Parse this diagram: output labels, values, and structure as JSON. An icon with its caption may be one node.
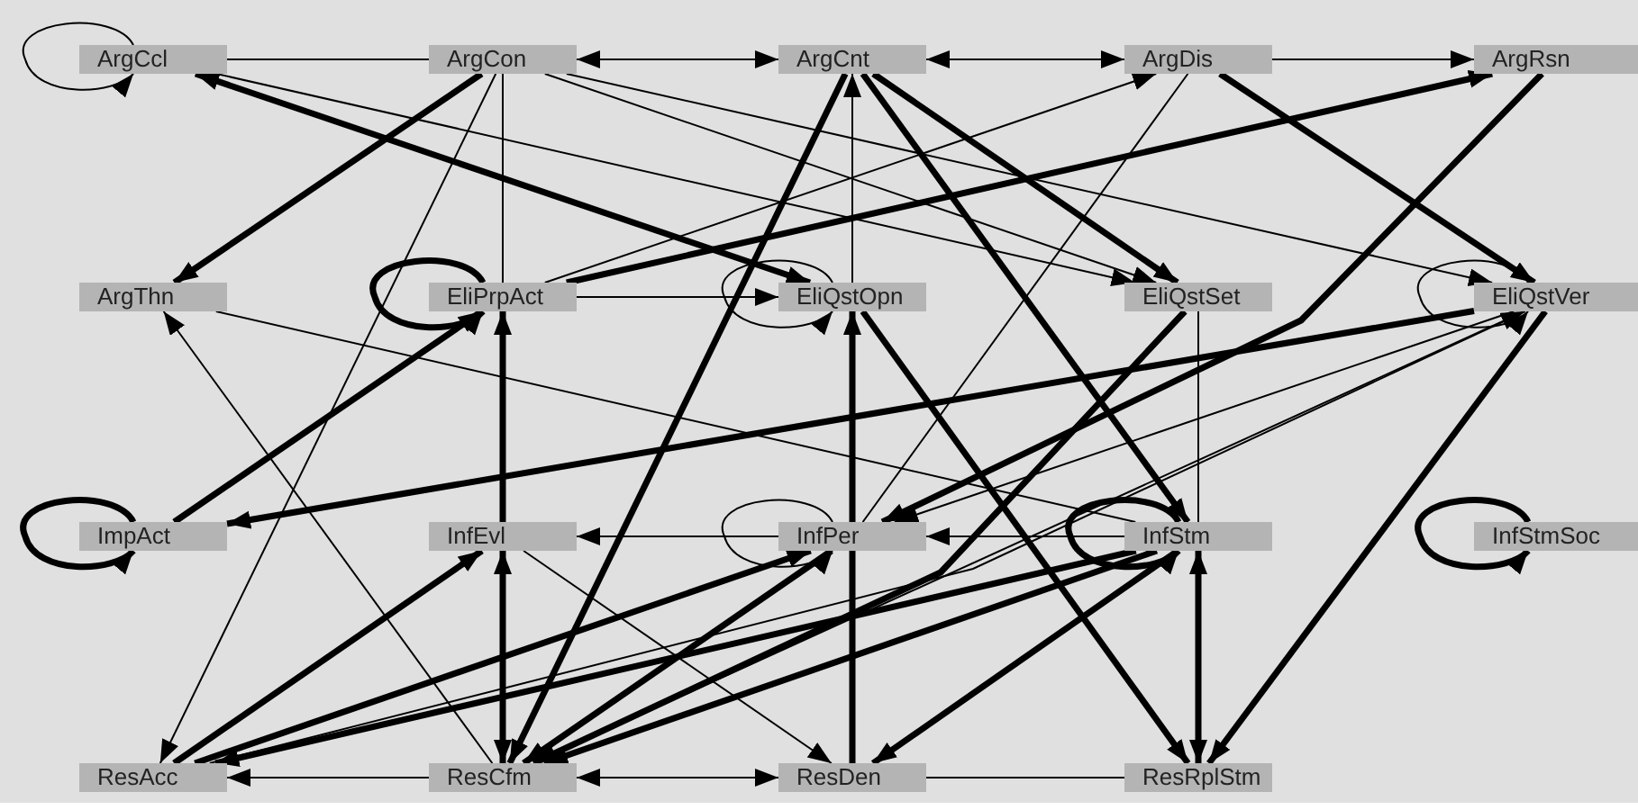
{
  "diagram": {
    "nodes": [
      {
        "text": [
          "ArgCcl"
        ]
      },
      {
        "text": [
          "ArgCon"
        ]
      },
      {
        "text": [
          "ArgCnt"
        ]
      },
      {
        "text": [
          "ArgDis"
        ]
      },
      {
        "text": [
          "ArgRsn"
        ]
      },
      {
        "text": [
          "ArgThn"
        ]
      },
      {
        "text": [
          "EliPrpAct"
        ]
      },
      {
        "text": [
          "EliQstOpn"
        ]
      },
      {
        "text": [
          "EliQstSet"
        ]
      },
      {
        "text": [
          "EliQstVer"
        ]
      },
      {
        "text": [
          "ImpAct"
        ]
      },
      {
        "text": [
          "InfEvl"
        ]
      },
      {
        "text": [
          "InfPer"
        ]
      },
      {
        "text": [
          "InfStm"
        ]
      },
      {
        "text": [
          "InfStmSoc"
        ]
      },
      {
        "text": [
          "ResAcc"
        ]
      },
      {
        "text": [
          "ResCfm"
        ]
      },
      {
        "text": [
          "ResDen"
        ]
      },
      {
        "text": [
          "ResRplStm"
        ]
      }
    ],
    "edges": [
      {
        "from": 0,
        "to": 0,
        "arrow": "to"
      },
      {
        "from": 6,
        "to": 6,
        "arrow": "to",
        "style": "thick"
      },
      {
        "from": 7,
        "to": 7,
        "arrow": "to"
      },
      {
        "from": 9,
        "to": 9,
        "arrow": "to"
      },
      {
        "from": 10,
        "to": 10,
        "arrow": "to",
        "style": "thick"
      },
      {
        "from": 12,
        "to": 12,
        "arrow": "to"
      },
      {
        "from": 13,
        "to": 13,
        "arrow": "to",
        "style": "thick"
      },
      {
        "from": 14,
        "to": 14,
        "arrow": "to",
        "style": "thick"
      },
      {
        "from": 0,
        "to": 1,
        "arrow": "none"
      },
      {
        "from": 1,
        "to": 2,
        "arrow": "both"
      },
      {
        "from": 2,
        "to": 3,
        "arrow": "both"
      },
      {
        "from": 3,
        "to": 4,
        "arrow": "to"
      },
      {
        "from": 1,
        "to": 5,
        "arrow": "to",
        "style": "thick"
      },
      {
        "from": 0,
        "to": 7,
        "arrow": "both",
        "style": "thick"
      },
      {
        "from": 0,
        "to": 8,
        "arrow": "to"
      },
      {
        "from": 1,
        "to": 6,
        "arrow": "none"
      },
      {
        "from": 1,
        "to": 15,
        "arrow": "to"
      },
      {
        "from": 1,
        "to": 9,
        "arrow": "to"
      },
      {
        "from": 1,
        "to": 8,
        "arrow": "to"
      },
      {
        "from": 2,
        "to": 16,
        "arrow": "to",
        "style": "thick"
      },
      {
        "from": 7,
        "to": 2,
        "arrow": "to"
      },
      {
        "from": 2,
        "to": 13,
        "arrow": "to",
        "style": "thick"
      },
      {
        "from": 2,
        "to": 8,
        "arrow": "to",
        "style": "thick"
      },
      {
        "from": 3,
        "to": 9,
        "arrow": "to",
        "style": "thick"
      },
      {
        "from": 3,
        "to": 12,
        "arrow": "none"
      },
      {
        "from": 6,
        "to": 3,
        "arrow": "to"
      },
      {
        "from": 6,
        "to": 4,
        "arrow": "to",
        "style": "thick"
      },
      {
        "from": 4,
        "to": 12,
        "arrow": "to",
        "style": "thick"
      },
      {
        "from": 7,
        "to": 18,
        "arrow": "to",
        "style": "thick"
      },
      {
        "from": 9,
        "to": 18,
        "arrow": "to",
        "style": "thick"
      },
      {
        "from": 8,
        "to": 16,
        "arrow": "to",
        "style": "thick"
      },
      {
        "from": 8,
        "to": 13,
        "arrow": "none"
      },
      {
        "from": 9,
        "to": 10,
        "arrow": "to",
        "style": "thick"
      },
      {
        "from": 9,
        "to": 12,
        "arrow": "to"
      },
      {
        "from": 16,
        "to": 9,
        "arrow": "to"
      },
      {
        "from": 5,
        "to": 13,
        "arrow": "none"
      },
      {
        "from": 16,
        "to": 5,
        "arrow": "to"
      },
      {
        "from": 10,
        "to": 6,
        "arrow": "to",
        "style": "thick"
      },
      {
        "from": 11,
        "to": 6,
        "arrow": "to",
        "style": "thick"
      },
      {
        "from": 11,
        "to": 16,
        "arrow": "both",
        "style": "thick"
      },
      {
        "from": 15,
        "to": 11,
        "arrow": "to",
        "style": "thick"
      },
      {
        "from": 12,
        "to": 11,
        "arrow": "to"
      },
      {
        "from": 13,
        "to": 12,
        "arrow": "to"
      },
      {
        "from": 12,
        "to": 16,
        "arrow": "to",
        "style": "thick"
      },
      {
        "from": 12,
        "to": 17,
        "arrow": "none",
        "style": "thick"
      },
      {
        "from": 15,
        "to": 12,
        "arrow": "to",
        "style": "thick"
      },
      {
        "from": 13,
        "to": 15,
        "arrow": "to",
        "style": "thick"
      },
      {
        "from": 13,
        "to": 16,
        "arrow": "to",
        "style": "thick"
      },
      {
        "from": 11,
        "to": 17,
        "arrow": "to"
      },
      {
        "from": 16,
        "to": 15,
        "arrow": "to"
      },
      {
        "from": 16,
        "to": 17,
        "arrow": "both"
      },
      {
        "from": 17,
        "to": 18,
        "arrow": "none"
      },
      {
        "from": 13,
        "to": 18,
        "arrow": "both",
        "style": "thick"
      },
      {
        "from": 13,
        "to": 17,
        "arrow": "to",
        "style": "thick"
      },
      {
        "from": 12,
        "to": 7,
        "arrow": "to",
        "style": "thick"
      },
      {
        "from": 6,
        "to": 7,
        "arrow": "to"
      },
      {
        "from": 15,
        "to": 9,
        "arrow": "none"
      }
    ]
  }
}
